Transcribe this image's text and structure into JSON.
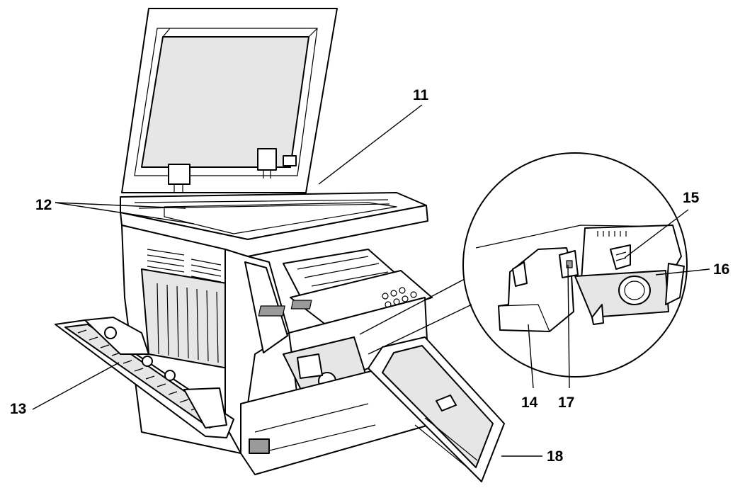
{
  "callouts": [
    {
      "id": "11",
      "label": "11"
    },
    {
      "id": "12",
      "label": "12"
    },
    {
      "id": "13",
      "label": "13"
    },
    {
      "id": "14",
      "label": "14"
    },
    {
      "id": "15",
      "label": "15"
    },
    {
      "id": "16",
      "label": "16"
    },
    {
      "id": "17",
      "label": "17"
    },
    {
      "id": "18",
      "label": "18"
    }
  ]
}
